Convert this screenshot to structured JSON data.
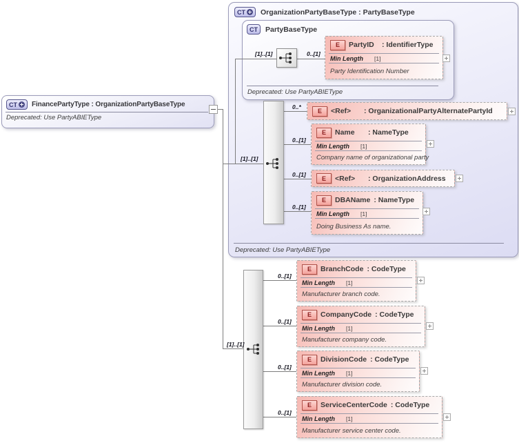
{
  "colors": {
    "element_fill_pink": "#f6b9b3",
    "ct_box_lavender": "#dcdcf3",
    "element_badge_red": "#b0524a",
    "ct_badge_navy": "#55558c",
    "connector_line": "#7d7d7d"
  },
  "finance_party_box": {
    "badge": "CT",
    "title": "FinancePartyType : OrganizationPartyBaseType",
    "deprecated": "Deprecated: Use PartyABIEType"
  },
  "org_party_box": {
    "badge": "CT",
    "title": "OrganizationPartyBaseType : PartyBaseType",
    "deprecated": "Deprecated: Use PartyABIEType"
  },
  "party_base_box": {
    "badge": "CT",
    "title": "PartyBaseType",
    "deprecated": "Deprecated: Use PartyABIEType",
    "sequence_cardinality": "[1]..[1]",
    "party_id": {
      "badge": "E",
      "cardinality": "0..[1]",
      "name": "PartyID",
      "type": ": IdentifierType",
      "min_length_label": "Min Length",
      "min_length_value": "[1]",
      "description": "Party Identification Number"
    }
  },
  "org_party_sequence": {
    "cardinality": "[1]..[1]",
    "items": [
      {
        "badge": "E",
        "cardinality": "0..*",
        "name": "<Ref>",
        "type": ": OrganizationalPartyAlternatePartyId"
      },
      {
        "badge": "E",
        "cardinality": "0..[1]",
        "name": "Name",
        "type": ": NameType",
        "min_length_label": "Min Length",
        "min_length_value": "[1]",
        "description": "Company name of organizational party"
      },
      {
        "badge": "E",
        "cardinality": "0..[1]",
        "name": "<Ref>",
        "type": ": OrganizationAddress"
      },
      {
        "badge": "E",
        "cardinality": "0..[1]",
        "name": "DBAName",
        "type": ": NameType",
        "min_length_label": "Min Length",
        "min_length_value": "[1]",
        "description": "Doing Business As name."
      }
    ]
  },
  "finance_sequence": {
    "cardinality": "[1]..[1]",
    "items": [
      {
        "badge": "E",
        "cardinality": "0..[1]",
        "name": "BranchCode",
        "type": ": CodeType",
        "min_length_label": "Min Length",
        "min_length_value": "[1]",
        "description": "Manufacturer branch code."
      },
      {
        "badge": "E",
        "cardinality": "0..[1]",
        "name": "CompanyCode",
        "type": ": CodeType",
        "min_length_label": "Min Length",
        "min_length_value": "[1]",
        "description": "Manufacturer company code."
      },
      {
        "badge": "E",
        "cardinality": "0..[1]",
        "name": "DivisionCode",
        "type": ": CodeType",
        "min_length_label": "Min Length",
        "min_length_value": "[1]",
        "description": "Manufacturer division code."
      },
      {
        "badge": "E",
        "cardinality": "0..[1]",
        "name": "ServiceCenterCode",
        "type": ": CodeType",
        "min_length_label": "Min Length",
        "min_length_value": "[1]",
        "description": "Manufacturer service center code."
      }
    ]
  }
}
